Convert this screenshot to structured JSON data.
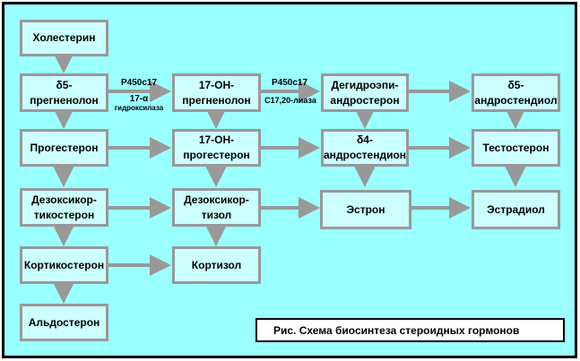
{
  "colors": {
    "background": "#99ffff",
    "box_fill": "#ccffff",
    "box_border": "#999999",
    "arrow": "#999999",
    "frame_border": "#000000"
  },
  "nodes": {
    "cholesterol": "Холестерин",
    "d5_pregnenolone": "δ5-\nпрегненолон",
    "oh17_pregnenolone": "17-OH-\nпрегненолон",
    "dhea": "Дегидроэпи-\nандростерон",
    "d5_androstenediol": "δ5-\nандростендиол",
    "progesterone": "Прогестерон",
    "oh17_progesterone": "17-OH-\nпрогестерон",
    "d4_androstenedione": "δ4-\nандростендион",
    "testosterone": "Тестостерон",
    "deoxycorticosterone": "Дезоксикор-\nтикостерон",
    "deoxycortisol": "Дезоксикор-\nтизол",
    "estrone": "Эстрон",
    "estradiol": "Эстрадиол",
    "corticosterone": "Кортикостерон",
    "cortisol": "Кортизол",
    "aldosterone": "Альдостерон"
  },
  "edge_labels": {
    "enzyme1_top": "P450c17",
    "enzyme1_bottom_line1": "17-α",
    "enzyme1_bottom_line2": "гидроксилаза",
    "enzyme2_top": "P450c17",
    "enzyme2_bottom": "C17,20-лиаза"
  },
  "caption": "Рис. Схема биосинтеза стероидных гормонов"
}
